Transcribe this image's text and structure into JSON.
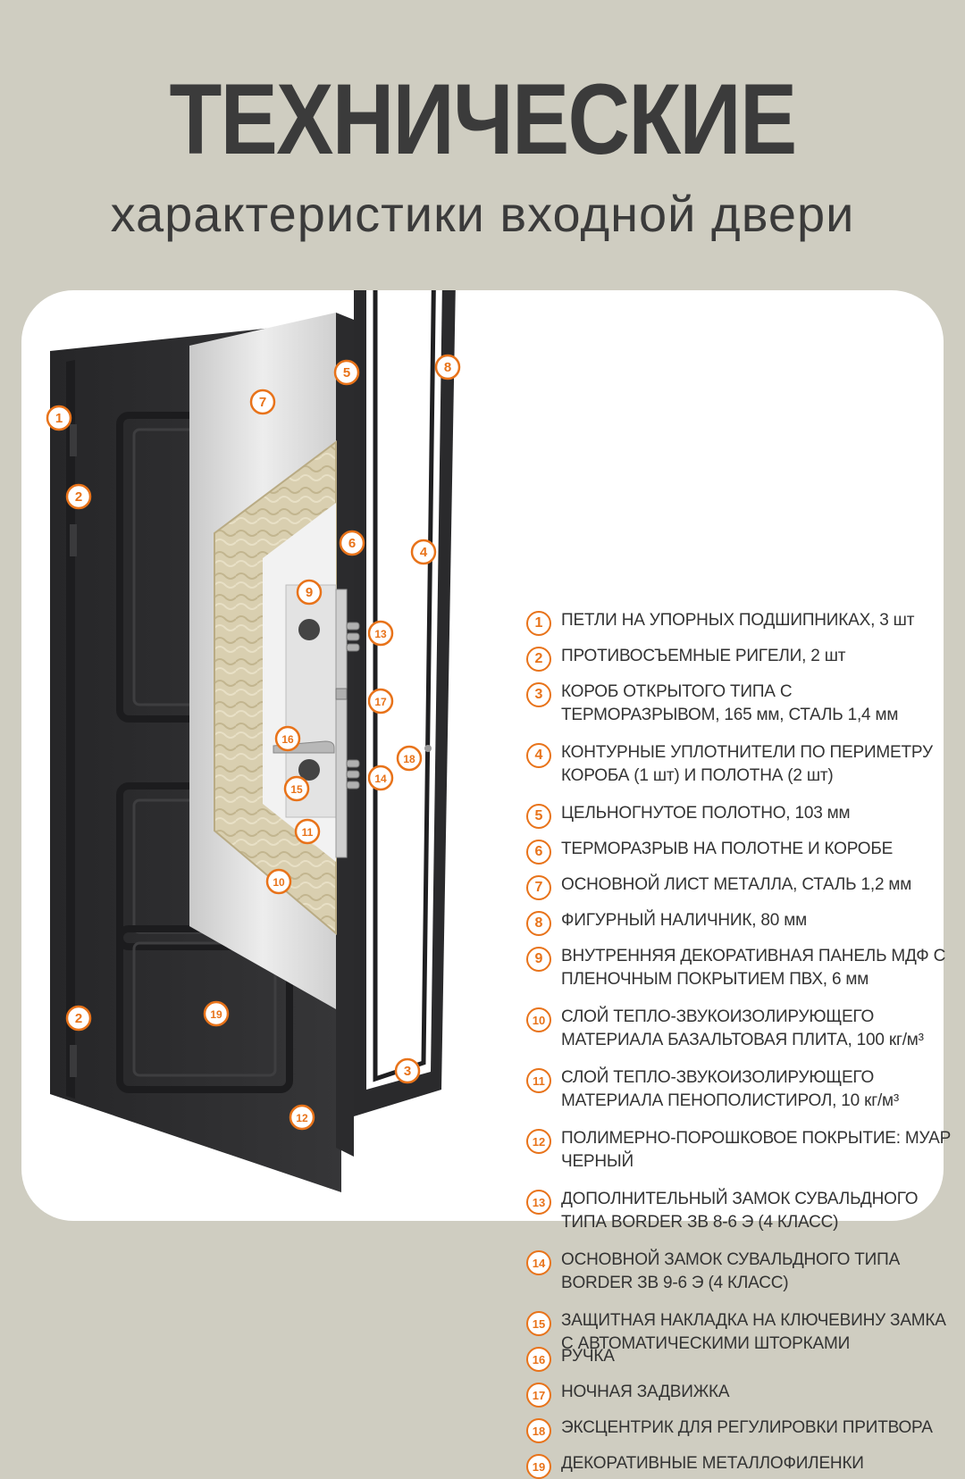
{
  "header": {
    "title": "ТЕХНИЧЕСКИЕ",
    "subtitle": "характеристики входной двери"
  },
  "colors": {
    "background": "#cfcdc1",
    "card": "#ffffff",
    "accent": "#e8731a",
    "door_black": "#2b2b2d",
    "text": "#333333"
  },
  "specs": [
    {
      "num": "1",
      "text": "ПЕТЛИ НА УПОРНЫХ ПОДШИПНИКАХ, 3 шт"
    },
    {
      "num": "2",
      "text": "ПРОТИВОСЪЕМНЫЕ РИГЕЛИ, 2 шт"
    },
    {
      "num": "3",
      "text": "КОРОБ ОТКРЫТОГО ТИПА С ТЕРМОРАЗРЫВОМ, 165 мм, СТАЛЬ 1,4 мм"
    },
    {
      "num": "4",
      "text": "КОНТУРНЫЕ УПЛОТНИТЕЛИ ПО ПЕРИМЕТРУ КОРОБА (1 шт) И ПОЛОТНА (2 шт)"
    },
    {
      "num": "5",
      "text": "ЦЕЛЬНОГНУТОЕ ПОЛОТНО, 103 мм"
    },
    {
      "num": "6",
      "text": "ТЕРМОРАЗРЫВ НА ПОЛОТНЕ И КОРОБЕ"
    },
    {
      "num": "7",
      "text": "ОСНОВНОЙ ЛИСТ МЕТАЛЛА, СТАЛЬ 1,2 мм"
    },
    {
      "num": "8",
      "text": "ФИГУРНЫЙ НАЛИЧНИК, 80 мм"
    },
    {
      "num": "9",
      "text": "ВНУТРЕННЯЯ ДЕКОРАТИВНАЯ ПАНЕЛЬ МДФ С ПЛЕНОЧНЫМ ПОКРЫТИЕМ ПВХ, 6 мм"
    },
    {
      "num": "10",
      "text": "СЛОЙ ТЕПЛО-ЗВУКОИЗОЛИРУЮЩЕГО МАТЕРИАЛА БАЗАЛЬТОВАЯ ПЛИТА, 100 кг/м³"
    },
    {
      "num": "11",
      "text": "СЛОЙ ТЕПЛО-ЗВУКОИЗОЛИРУЮЩЕГО МАТЕРИАЛА ПЕНОПОЛИСТИРОЛ, 10 кг/м³"
    },
    {
      "num": "12",
      "text": "ПОЛИМЕРНО-ПОРОШКОВОЕ ПОКРЫТИЕ: МУАР ЧЕРНЫЙ"
    },
    {
      "num": "13",
      "text": "ДОПОЛНИТЕЛЬНЫЙ ЗАМОК СУВАЛЬДНОГО ТИПА BORDER ЗВ 8-6 Э (4 КЛАСС)"
    },
    {
      "num": "14",
      "text": "ОСНОВНОЙ ЗАМОК СУВАЛЬДНОГО ТИПА BORDER ЗВ 9-6 Э (4 КЛАСС)"
    },
    {
      "num": "15",
      "text": "ЗАЩИТНАЯ НАКЛАДКА НА КЛЮЧЕВИНУ ЗАМКА С АВТОМАТИЧЕСКИМИ ШТОРКАМИ"
    },
    {
      "num": "16",
      "text": "РУЧКА"
    },
    {
      "num": "17",
      "text": "НОЧНАЯ ЗАДВИЖКА"
    },
    {
      "num": "18",
      "text": "ЭКСЦЕНТРИК ДЛЯ РЕГУЛИРОВКИ ПРИТВОРА"
    },
    {
      "num": "19",
      "text": "ДЕКОРАТИВНЫЕ МЕТАЛЛОФИЛЕНКИ"
    }
  ],
  "markers": [
    "1",
    "2",
    "2",
    "3",
    "4",
    "5",
    "6",
    "7",
    "8",
    "9",
    "10",
    "11",
    "12",
    "13",
    "14",
    "15",
    "16",
    "17",
    "18",
    "19"
  ]
}
